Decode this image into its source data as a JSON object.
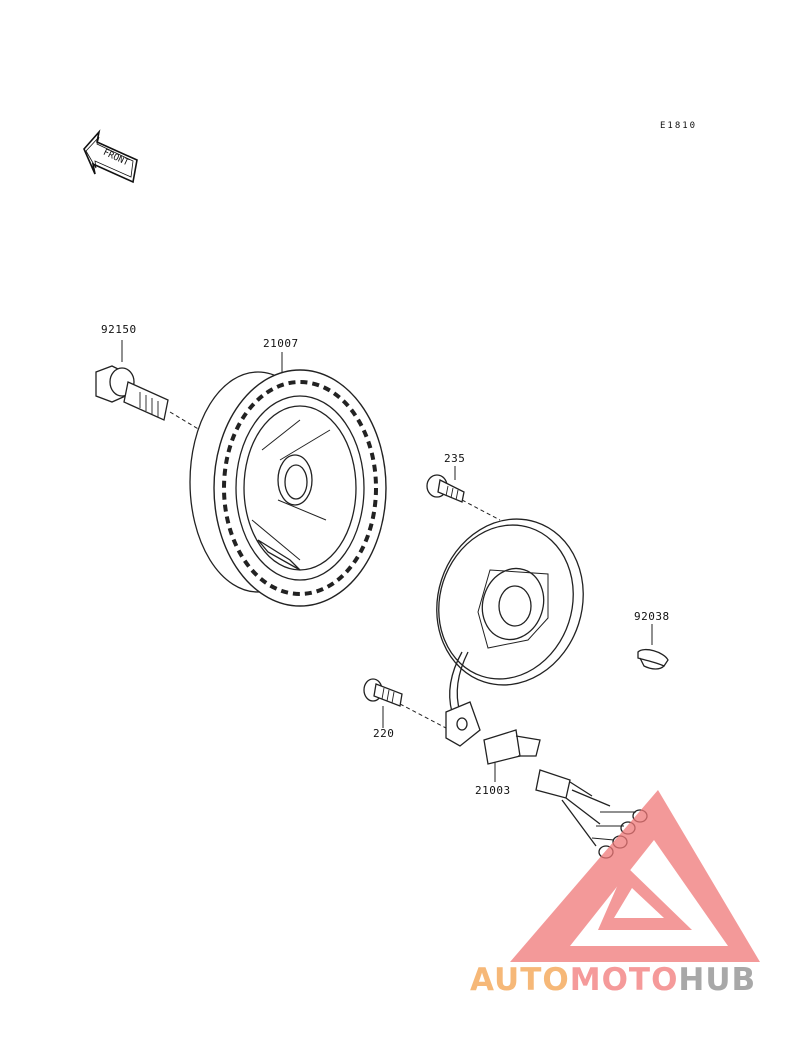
{
  "diagram": {
    "code": "E1810",
    "front_label": "FRONT",
    "parts": [
      {
        "number": "92150",
        "name_key": "bolt"
      },
      {
        "number": "21007",
        "name_key": "rotor"
      },
      {
        "number": "235",
        "name_key": "screw"
      },
      {
        "number": "92038",
        "name_key": "key"
      },
      {
        "number": "220",
        "name_key": "screw-2"
      },
      {
        "number": "21003",
        "name_key": "stator"
      }
    ]
  },
  "watermark": {
    "part1": "AUTO",
    "part2": "MOTO",
    "part3": "HUB",
    "colors": {
      "auto": "#f6b878",
      "moto": "#f59a9a",
      "hub": "#a8a8a8",
      "triangle": "#f07878"
    }
  }
}
